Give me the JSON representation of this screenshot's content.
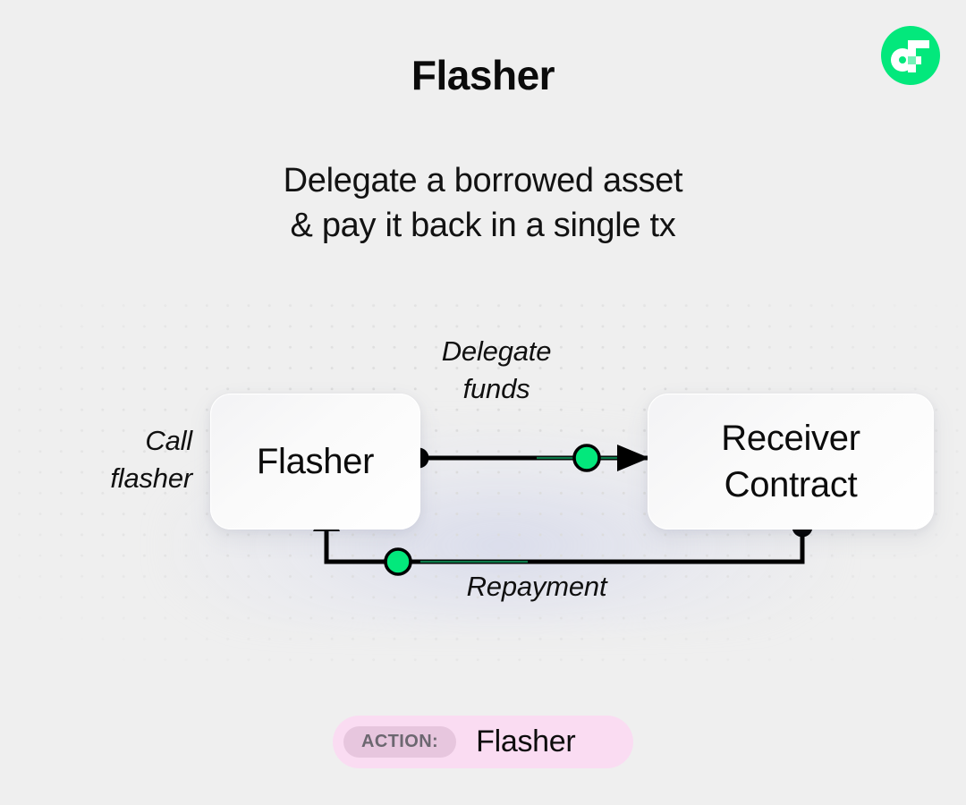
{
  "brand": {
    "logo_icon": "flash-infinity-logo-icon",
    "logo_bg_color": "#03e87c",
    "logo_glyph_color": "#ffffff"
  },
  "header": {
    "title": "Flasher",
    "subtitle_line1": "Delegate a borrowed asset",
    "subtitle_line2": "& pay it back in a single tx"
  },
  "diagram": {
    "background_color": "#efefef",
    "dot_color": "#dcdcdc",
    "accent_color": "#03e87c",
    "wire_color": "#000000",
    "nodes": [
      {
        "id": "flasher",
        "label": "Flasher"
      },
      {
        "id": "receiver",
        "label_line1": "Receiver",
        "label_line2": "Contract"
      }
    ],
    "edge_labels": {
      "call_line1": "Call",
      "call_line2": "flasher",
      "delegate_line1": "Delegate",
      "delegate_line2": "funds",
      "repayment": "Repayment"
    }
  },
  "footer": {
    "action_label": "ACTION:",
    "action_value": "Flasher",
    "badge_color": "#fadcf2",
    "chip_color": "#e7c6de"
  }
}
